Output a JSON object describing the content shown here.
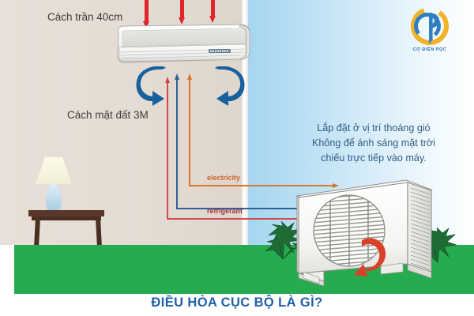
{
  "image": {
    "type": "infographic-diagram",
    "subject": "air-conditioner-installation"
  },
  "caption": {
    "text": "ĐIỀU HÒA CỤC BỘ LÀ GÌ?",
    "color": "#1f5fa8"
  },
  "labels": {
    "ceiling_clearance": "Cách trần 40cm",
    "floor_clearance": "Cách mặt đất 3M",
    "electricity": "electricity",
    "refrigerant": "refrigerant"
  },
  "note": {
    "line1": "Lắp đặt ở vị trí thoáng gió",
    "line2": "Không để ánh sáng mặt trời",
    "line3": "chiếu trực tiếp vào máy."
  },
  "logo": {
    "brand_text": "CƠ ĐIỆN PQC",
    "ring_color": "#f0b32a",
    "mark_color": "#2f7fc1"
  },
  "colors": {
    "interior_wall": "#e6ded6",
    "sky_left": "#a5d6f0",
    "sky_right": "#ffffff",
    "ground_green": "#27ab4f",
    "red_arrow": "#e0262b",
    "blue_arrow": "#17609e",
    "electricity_line": "#d9772f",
    "refrigerant_line_red": "#cc4b49",
    "refrigerant_line_blue": "#2f6196",
    "outdoor_swirl": "#d8402a",
    "bush_green": "#1f6b36",
    "table_brown": "#4a2e22",
    "lamp_shade": "#f4f2dd",
    "lamp_base": "#9fc9e3"
  },
  "elements": {
    "indoor_unit": "wall-mounted-split-ac-indoor-unit",
    "outdoor_unit": "split-ac-outdoor-condenser-unit",
    "lamp": "table-lamp",
    "table": "side-table",
    "down_arrows_count": 3,
    "airflow_arrows_count": 2,
    "pipes": [
      "refrigerant-red",
      "refrigerant-blue",
      "electricity-orange"
    ]
  }
}
